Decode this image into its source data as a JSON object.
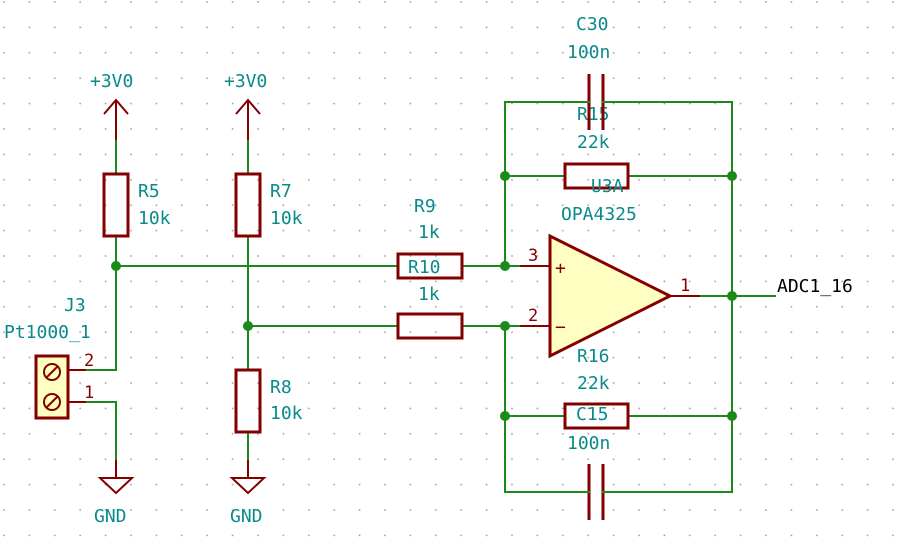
{
  "power": {
    "vcc_left": "+3V0",
    "vcc_right": "+3V0",
    "gnd_left": "GND",
    "gnd_right": "GND"
  },
  "components": {
    "r5": {
      "ref": "R5",
      "value": "10k"
    },
    "r7": {
      "ref": "R7",
      "value": "10k"
    },
    "r8": {
      "ref": "R8",
      "value": "10k"
    },
    "r9": {
      "ref": "R9",
      "value": "1k"
    },
    "r10": {
      "ref": "R10",
      "value": "1k"
    },
    "r15": {
      "ref": "R15",
      "value": "22k"
    },
    "r16": {
      "ref": "R16",
      "value": "22k"
    },
    "c30": {
      "ref": "C30",
      "value": "100n"
    },
    "c15": {
      "ref": "C15",
      "value": "100n"
    },
    "j3": {
      "ref": "J3",
      "value": "Pt1000_1",
      "pin_top": "2",
      "pin_bottom": "1"
    },
    "u3a": {
      "ref": "U3A",
      "value": "OPA4325",
      "pin_noninv": "3",
      "pin_inv": "2",
      "pin_out": "1",
      "sign_plus": "+",
      "sign_minus": "−"
    }
  },
  "nets": {
    "output": "ADC1_16"
  }
}
